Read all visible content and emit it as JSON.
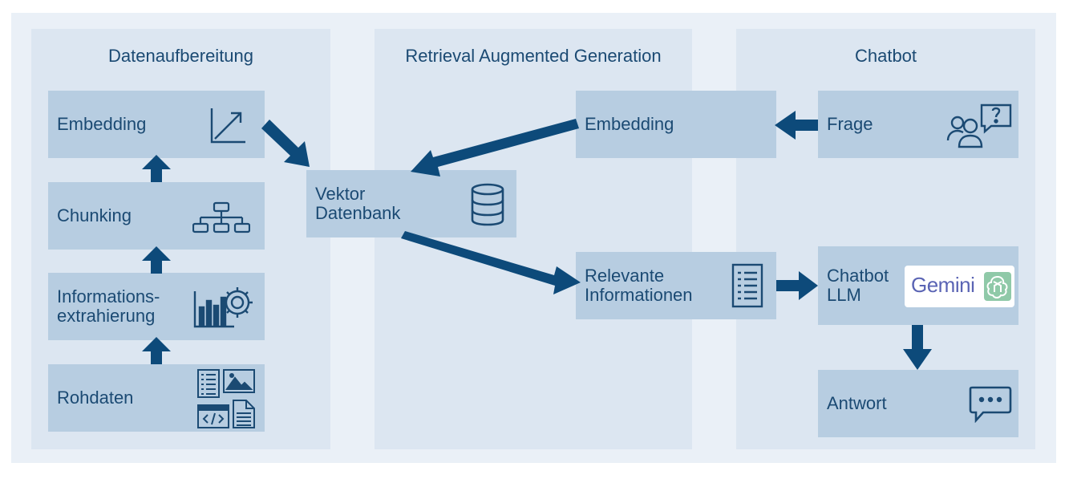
{
  "panels": {
    "left": {
      "title": "Datenaufbereitung"
    },
    "middle": {
      "title": "Retrieval Augmented Generation"
    },
    "right": {
      "title": "Chatbot"
    }
  },
  "boxes": {
    "embedding_left": "Embedding",
    "chunking": "Chunking",
    "informationsextrahierung": "Informations-\nextrahierung",
    "rohdaten": "Rohdaten",
    "vektor_datenbank": "Vektor\nDatenbank",
    "embedding_mid": "Embedding",
    "relevante_informationen": "Relevante\nInformationen",
    "frage": "Frage",
    "chatbot_llm": "Chatbot\nLLM",
    "antwort": "Antwort"
  },
  "logos": {
    "gemini": "Gemini",
    "chatgpt": "chatgpt-logo-icon"
  },
  "icons": {
    "embedding": "trend-chart-icon",
    "chunking": "hierarchy-icon",
    "extraction": "bar-chart-gear-icon",
    "rohdaten": "document-image-code-icons",
    "database": "database-icon",
    "relevant": "document-list-icon",
    "frage": "people-question-icon",
    "antwort": "chat-bubble-dots-icon"
  },
  "colors": {
    "outer_bg": "#eaf0f7",
    "panel_bg": "#dce6f1",
    "box_bg": "#b7cde1",
    "text": "#1b4a73",
    "arrow": "#0d4a7a"
  }
}
